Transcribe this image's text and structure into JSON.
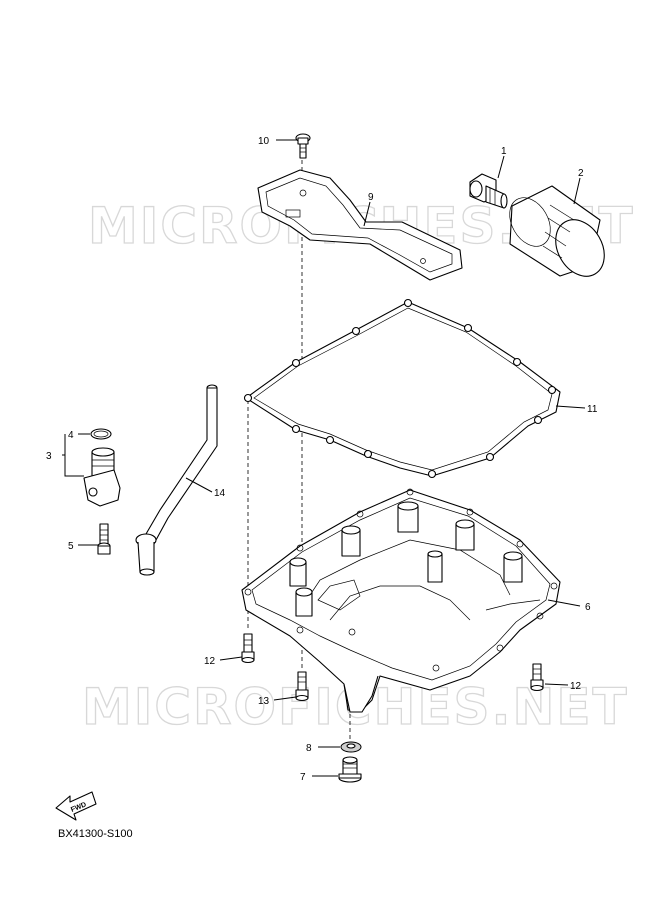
{
  "watermark": "MICROFICHES.NET",
  "diagram_code": "BX41300-S100",
  "fwd_label": "FWD",
  "callouts": {
    "c1": "1",
    "c2": "2",
    "c3": "3",
    "c4": "4",
    "c5": "5",
    "c6": "6",
    "c7": "7",
    "c8": "8",
    "c9": "9",
    "c10": "10",
    "c11": "11",
    "c12a": "12",
    "c12b": "12",
    "c13": "13",
    "c14": "14"
  }
}
